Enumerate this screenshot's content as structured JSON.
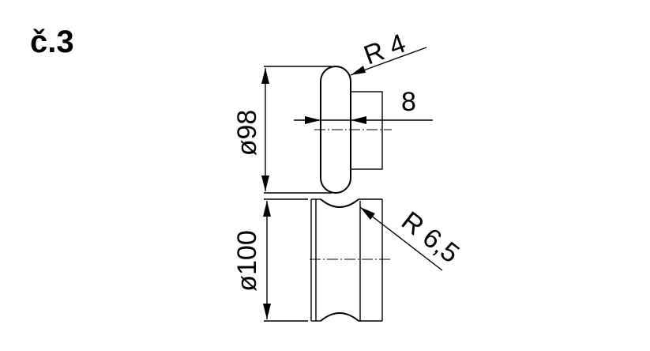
{
  "title": "č.3",
  "upper_roller": {
    "diameter_label": "ø98",
    "radius_label": "R 4",
    "width_label": "8"
  },
  "lower_roller": {
    "diameter_label": "ø100",
    "radius_label": "R 6,5"
  }
}
